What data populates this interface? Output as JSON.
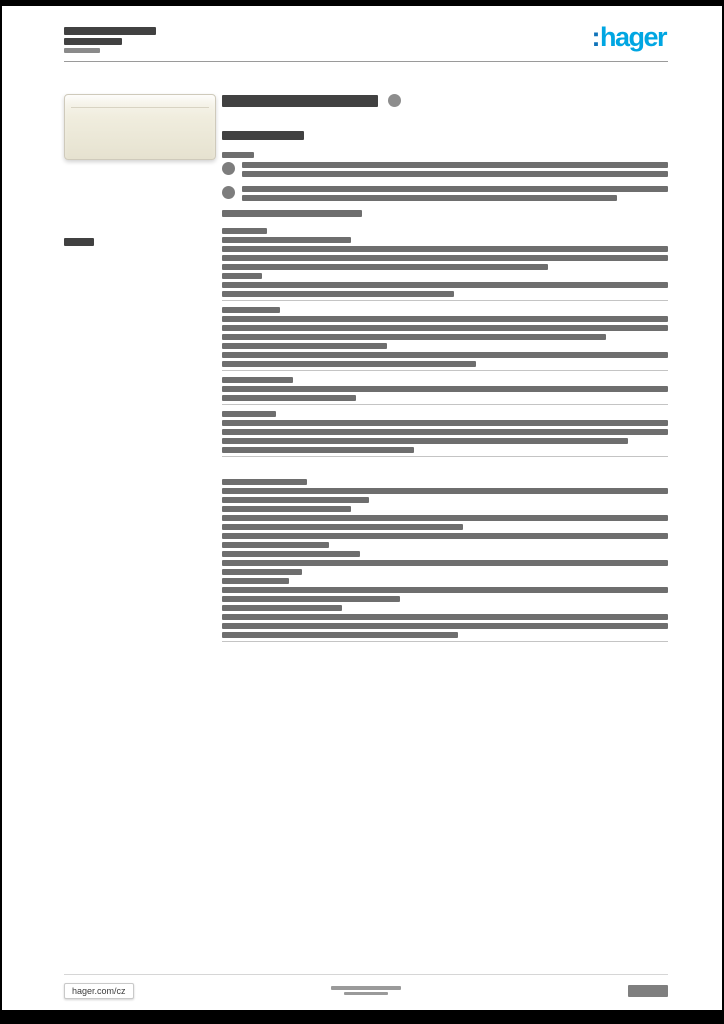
{
  "brand": {
    "logo_prefix": ":",
    "logo_text": "hager",
    "logo_color": "#00a6e2",
    "logo_prefix_color": "#1073b9"
  },
  "header": {
    "title_lines": [
      {
        "type": "bar",
        "wpx": 92,
        "h": 8,
        "shade": "dark",
        "name": "header-product-name-redacted"
      },
      {
        "type": "bar",
        "wpx": 58,
        "h": 7,
        "shade": "dark",
        "name": "header-product-ref-redacted"
      },
      {
        "type": "bar",
        "wpx": 36,
        "h": 5,
        "shade": "mid",
        "name": "header-subline-redacted"
      }
    ]
  },
  "product": {
    "image_color": "#ece8d9",
    "title_row": [
      {
        "type": "bar",
        "wpx": 156,
        "h": 12,
        "shade": "dark",
        "name": "product-title-redacted"
      }
    ],
    "subtitle_row": [
      {
        "type": "bar",
        "wpx": 82,
        "h": 9,
        "shade": "dark",
        "name": "product-subtitle-redacted"
      }
    ]
  },
  "intro": {
    "rows_pre": [
      {
        "type": "bar",
        "wpx": 32,
        "h": 6,
        "name": "intro-caption-redacted"
      }
    ],
    "icon_rows": [
      {
        "icon": "feature-icon",
        "lines": [
          {
            "w": 100,
            "h": 6
          },
          {
            "w": 100,
            "h": 6
          }
        ]
      },
      {
        "icon": "feature-icon",
        "lines": [
          {
            "w": 100,
            "h": 6
          },
          {
            "w": 88,
            "h": 6
          }
        ]
      }
    ],
    "rows_post": [
      {
        "type": "bar",
        "wpx": 140,
        "h": 7,
        "name": "intro-note-redacted"
      }
    ]
  },
  "sidebar": {
    "label": [
      {
        "type": "bar",
        "wpx": 30,
        "h": 8,
        "shade": "dark",
        "name": "margin-label-redacted"
      }
    ]
  },
  "main": {
    "rows": [
      {
        "type": "bar",
        "w": 10
      },
      {
        "type": "bar",
        "w": 29
      },
      {
        "type": "bar",
        "w": 100
      },
      {
        "type": "bar",
        "w": 100
      },
      {
        "type": "bar",
        "w": 73
      },
      {
        "type": "bar",
        "w": 9
      },
      {
        "type": "bar",
        "w": 100
      },
      {
        "type": "bar",
        "w": 52
      },
      {
        "type": "rule"
      },
      {
        "type": "bar",
        "w": 13
      },
      {
        "type": "bar",
        "w": 100
      },
      {
        "type": "bar",
        "w": 100
      },
      {
        "type": "bar",
        "w": 86
      },
      {
        "type": "bar",
        "w": 37
      },
      {
        "type": "bar",
        "w": 100
      },
      {
        "type": "bar",
        "w": 57
      },
      {
        "type": "rule"
      },
      {
        "type": "bar",
        "w": 16
      },
      {
        "type": "bar",
        "w": 100
      },
      {
        "type": "bar",
        "w": 30
      },
      {
        "type": "rule"
      },
      {
        "type": "bar",
        "w": 12
      },
      {
        "type": "bar",
        "w": 100
      },
      {
        "type": "bar",
        "w": 100
      },
      {
        "type": "bar",
        "w": 91
      },
      {
        "type": "bar",
        "w": 43
      },
      {
        "type": "rule"
      },
      {
        "type": "gap",
        "h": 16
      },
      {
        "type": "bar",
        "w": 19
      },
      {
        "type": "bar",
        "w": 100
      },
      {
        "type": "bar",
        "w": 33
      },
      {
        "type": "bar",
        "w": 29
      },
      {
        "type": "bar",
        "w": 100
      },
      {
        "type": "bar",
        "w": 54
      },
      {
        "type": "bar",
        "w": 100
      },
      {
        "type": "bar",
        "w": 24
      },
      {
        "type": "bar",
        "w": 31
      },
      {
        "type": "bar",
        "w": 100
      },
      {
        "type": "bar",
        "w": 18
      },
      {
        "type": "bar",
        "w": 15
      },
      {
        "type": "bar",
        "w": 100
      },
      {
        "type": "bar",
        "w": 40
      },
      {
        "type": "bar",
        "w": 27
      },
      {
        "type": "bar",
        "w": 100
      },
      {
        "type": "bar",
        "w": 100
      },
      {
        "type": "bar",
        "w": 53
      },
      {
        "type": "rule"
      }
    ]
  },
  "footer": {
    "link": "hager.com/cz",
    "info_lines": [
      {
        "type": "bar",
        "wpx": 70,
        "h": 4,
        "name": "footer-company-line-redacted"
      },
      {
        "type": "bar",
        "wpx": 44,
        "h": 3,
        "name": "footer-company-line-redacted"
      }
    ],
    "page_block": [
      {
        "type": "bar",
        "wpx": 40,
        "h": 12,
        "name": "page-number-redacted"
      }
    ]
  }
}
